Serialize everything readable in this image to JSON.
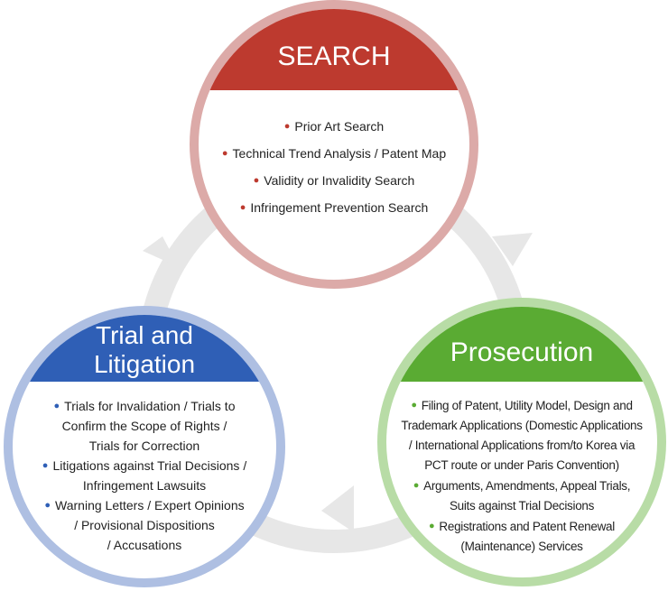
{
  "colors": {
    "search": "#bd3a2f",
    "search_ring": "#dcaaa8",
    "trial": "#2f5fb6",
    "trial_ring": "#aebfe2",
    "prosecution": "#5aab33",
    "prosecution_ring": "#b8dca6",
    "cycle": "#e7e7e7"
  },
  "search": {
    "title": "SEARCH",
    "items": [
      {
        "lines": [
          "Prior Art Search"
        ]
      },
      {
        "lines": [
          "Technical Trend Analysis / Patent Map"
        ]
      },
      {
        "lines": [
          "Validity or Invalidity Search"
        ]
      },
      {
        "lines": [
          "Infringement Prevention Search"
        ]
      }
    ]
  },
  "trial": {
    "title_lines": [
      "Trial and",
      "Litigation"
    ],
    "items": [
      {
        "lines": [
          "Trials for Invalidation / Trials to",
          "Confirm the Scope of Rights /",
          "Trials for Correction"
        ]
      },
      {
        "lines": [
          "Litigations against Trial Decisions /",
          "Infringement Lawsuits"
        ]
      },
      {
        "lines": [
          "Warning Letters / Expert Opinions",
          "/ Provisional Dispositions",
          "/ Accusations"
        ]
      }
    ]
  },
  "prosecution": {
    "title": "Prosecution",
    "items": [
      {
        "lines": [
          "Filing of Patent, Utility Model, Design and",
          "Trademark Applications (Domestic Applications",
          "/ International Applications from/to Korea via",
          "PCT route or under Paris Convention)"
        ]
      },
      {
        "lines": [
          "Arguments, Amendments, Appeal Trials,",
          "Suits against Trial Decisions"
        ]
      },
      {
        "lines": [
          "Registrations and Patent Renewal",
          "(Maintenance) Services"
        ]
      }
    ]
  }
}
